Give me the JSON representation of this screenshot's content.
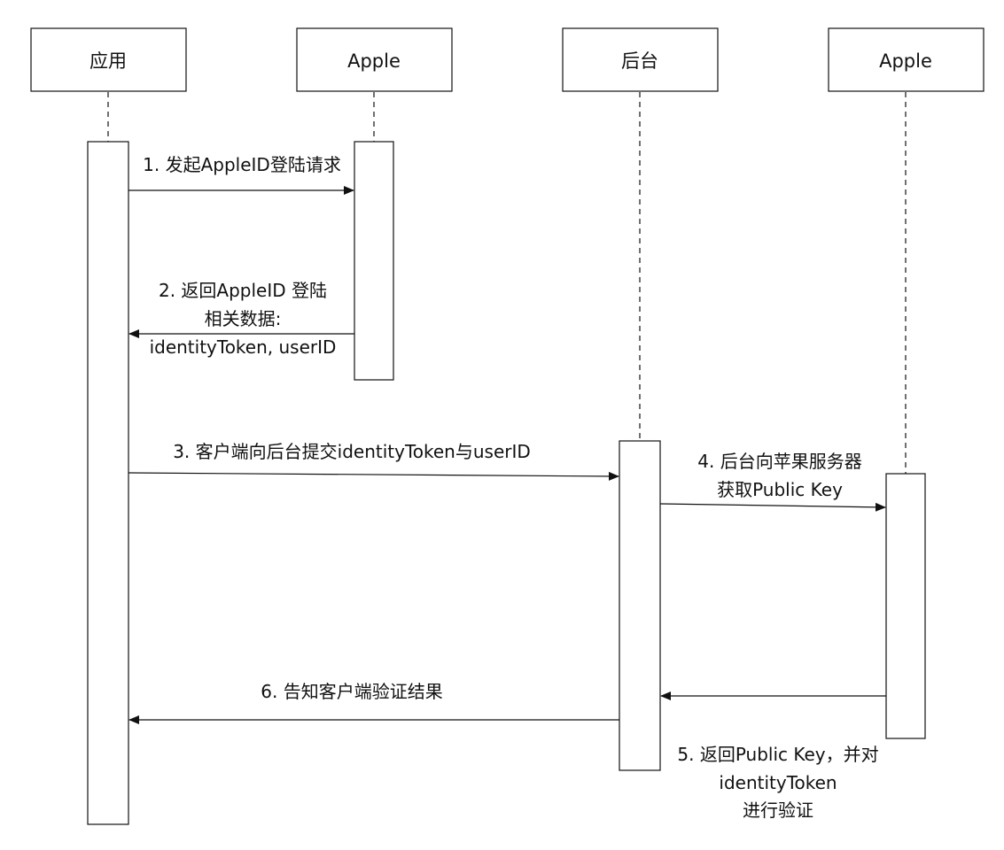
{
  "participants": [
    {
      "label": "应用"
    },
    {
      "label": "Apple"
    },
    {
      "label": "后台"
    },
    {
      "label": "Apple"
    }
  ],
  "messages": [
    {
      "lines": [
        "1. 发起AppleID登陆请求"
      ]
    },
    {
      "lines": [
        "2. 返回AppleID 登陆",
        "相关数据:",
        "identityToken, userID"
      ]
    },
    {
      "lines": [
        "3. 客户端向后台提交identityToken与userID"
      ]
    },
    {
      "lines": [
        "4. 后台向苹果服务器",
        "获取Public Key"
      ]
    },
    {
      "lines": [
        "5. 返回Public Key，并对",
        "identityToken",
        "进行验证"
      ]
    },
    {
      "lines": [
        "6. 告知客户端验证结果"
      ]
    }
  ]
}
